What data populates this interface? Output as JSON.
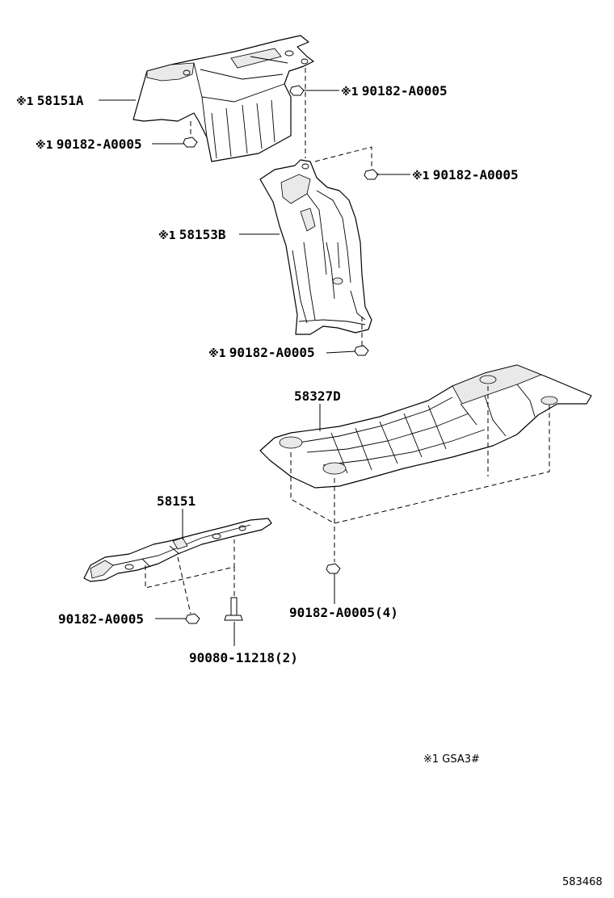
{
  "labels": {
    "top_shield": "58151A",
    "top_shield_prefix": "※1",
    "nut_top_right": "90182-A0005",
    "nut_top_right_prefix": "※1",
    "nut_top_left": "90182-A0005",
    "nut_top_left_prefix": "※1",
    "nut_mid_right": "90182-A0005",
    "nut_mid_right_prefix": "※1",
    "mid_shield": "58153B",
    "mid_shield_prefix": "※1",
    "nut_mid_bottom": "90182-A0005",
    "nut_mid_bottom_prefix": "※1",
    "floor_panel": "58327D",
    "lower_shield": "58151",
    "nut_lower_left": "90182-A0005",
    "nut_floor": "90182-A0005(4)",
    "bolt": "90080-11218(2)"
  },
  "footnote": "※1  GSA3#",
  "diagram_code": "583468"
}
